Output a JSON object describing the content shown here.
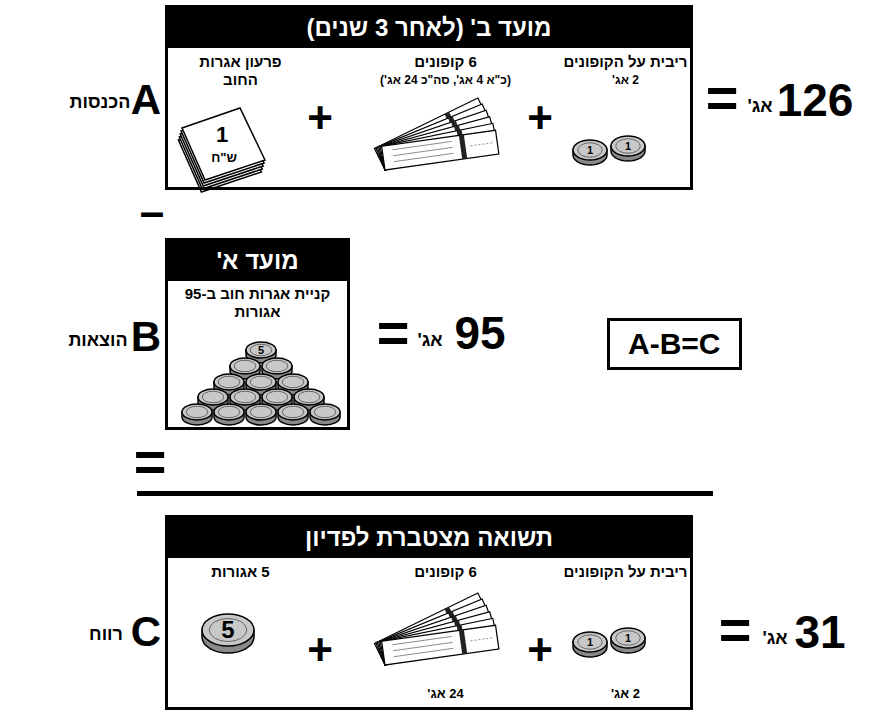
{
  "diagram": {
    "nodes": [
      {
        "text": [
          "מועד ב' (לאחר 3 שנים)"
        ]
      },
      {
        "text": [
          "ריבית על הקופונים",
          "2 אג'"
        ],
        "in": 0
      },
      {
        "text": [
          "6 קופונים",
          "(כ\"א 4 אג', סה\"כ 24 אג')"
        ],
        "in": 0
      },
      {
        "text": [
          "פרעון אגרות החוב"
        ],
        "in": 0
      },
      {
        "text": [
          "מועד א'",
          "קניית אגרות חוב ב-95 אגורות"
        ]
      },
      {
        "text": [
          "A-B=C"
        ]
      },
      {
        "text": [
          "תשואה מצטברת לפדיון"
        ]
      },
      {
        "text": [
          "ריבית על הקופונים",
          "2 אג'"
        ],
        "in": 6
      },
      {
        "text": [
          "6 קופונים",
          "24 אג'"
        ],
        "in": 6
      },
      {
        "text": [
          "5 אגורות"
        ],
        "in": 6
      }
    ],
    "edges": [],
    "labels": [
      "A",
      "הכנסות",
      "126",
      "אג'",
      "=",
      "+",
      "+",
      "1",
      "ש\"ח",
      "1",
      "1",
      "–",
      "B",
      "הוצאות",
      "95",
      "אג'",
      "=",
      "5",
      "=",
      "C",
      "רווח",
      "31",
      "אג'",
      "=",
      "+",
      "+",
      "5",
      "1",
      "1"
    ]
  }
}
